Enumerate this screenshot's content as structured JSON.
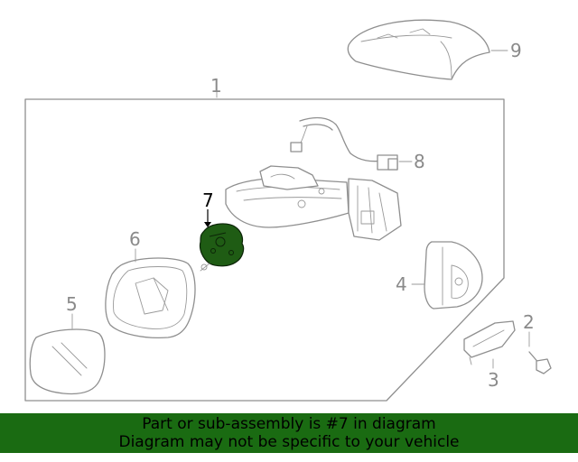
{
  "diagram": {
    "callouts": [
      "1",
      "2",
      "3",
      "4",
      "5",
      "6",
      "7",
      "8",
      "9"
    ],
    "highlight_color": "#1f5c14"
  },
  "banner": {
    "line1": "Part or sub-assembly is #7 in diagram",
    "line2": "Diagram may not be specific to your vehicle",
    "background": "#1a6b12"
  }
}
